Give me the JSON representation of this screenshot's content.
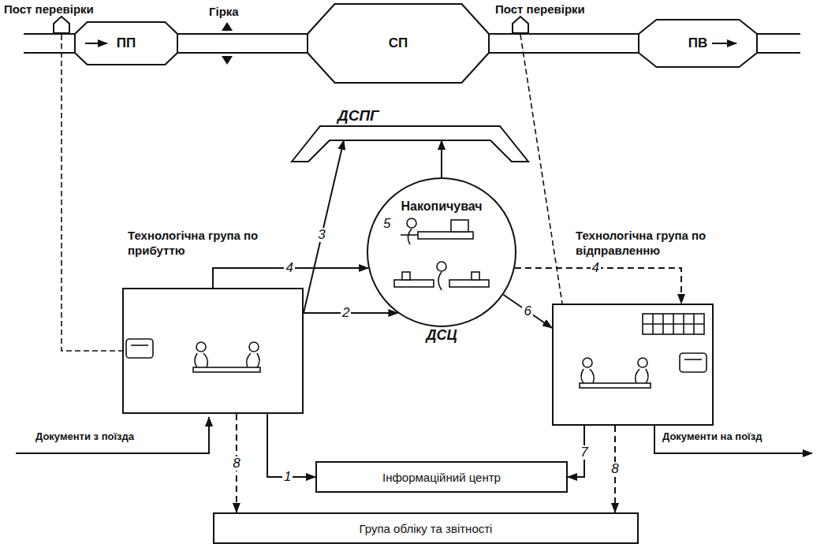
{
  "diagram": {
    "nodes": [
      {
        "text": [
          "ПП"
        ]
      },
      {
        "text": [
          "СП"
        ]
      },
      {
        "text": [
          "ПВ"
        ]
      },
      {
        "text": [
          "ДСПГ"
        ]
      },
      {
        "text": [
          "Накопичувач",
          "ДСЦ"
        ]
      },
      {
        "text": [
          "Технологічна група по прибуттю"
        ]
      },
      {
        "text": [
          "Технологічна група по відправленню"
        ]
      },
      {
        "text": [
          "Інформаційний центр"
        ]
      },
      {
        "text": [
          "Група обліку та звітності"
        ]
      }
    ],
    "edges": [
      {
        "from": 0,
        "to": 1,
        "arrow": "none"
      },
      {
        "from": 1,
        "to": 2,
        "arrow": "none"
      },
      {
        "from": 5,
        "to": 7,
        "label": "1",
        "arrow": "to"
      },
      {
        "from": 5,
        "to": 4,
        "label": "2",
        "arrow": "to"
      },
      {
        "from": 5,
        "to": 3,
        "label": "3",
        "arrow": "to"
      },
      {
        "from": 5,
        "to": 4,
        "label": "4",
        "arrow": "to"
      },
      {
        "from": 4,
        "to": 3,
        "arrow": "to"
      },
      {
        "from": 4,
        "to": 6,
        "label": "4",
        "arrow": "to"
      },
      {
        "from": 4,
        "to": 6,
        "label": "6",
        "arrow": "to"
      },
      {
        "from": 6,
        "to": 7,
        "label": "7",
        "arrow": "to"
      },
      {
        "from": 5,
        "to": 8,
        "label": "8",
        "arrow": "to"
      },
      {
        "from": 6,
        "to": 8,
        "label": "8",
        "arrow": "to"
      }
    ],
    "labels": [
      "Пост перевірки",
      "Гірка",
      "Пост перевірки",
      "5",
      "Документи з поїзда",
      "Документи на поїзд"
    ]
  }
}
